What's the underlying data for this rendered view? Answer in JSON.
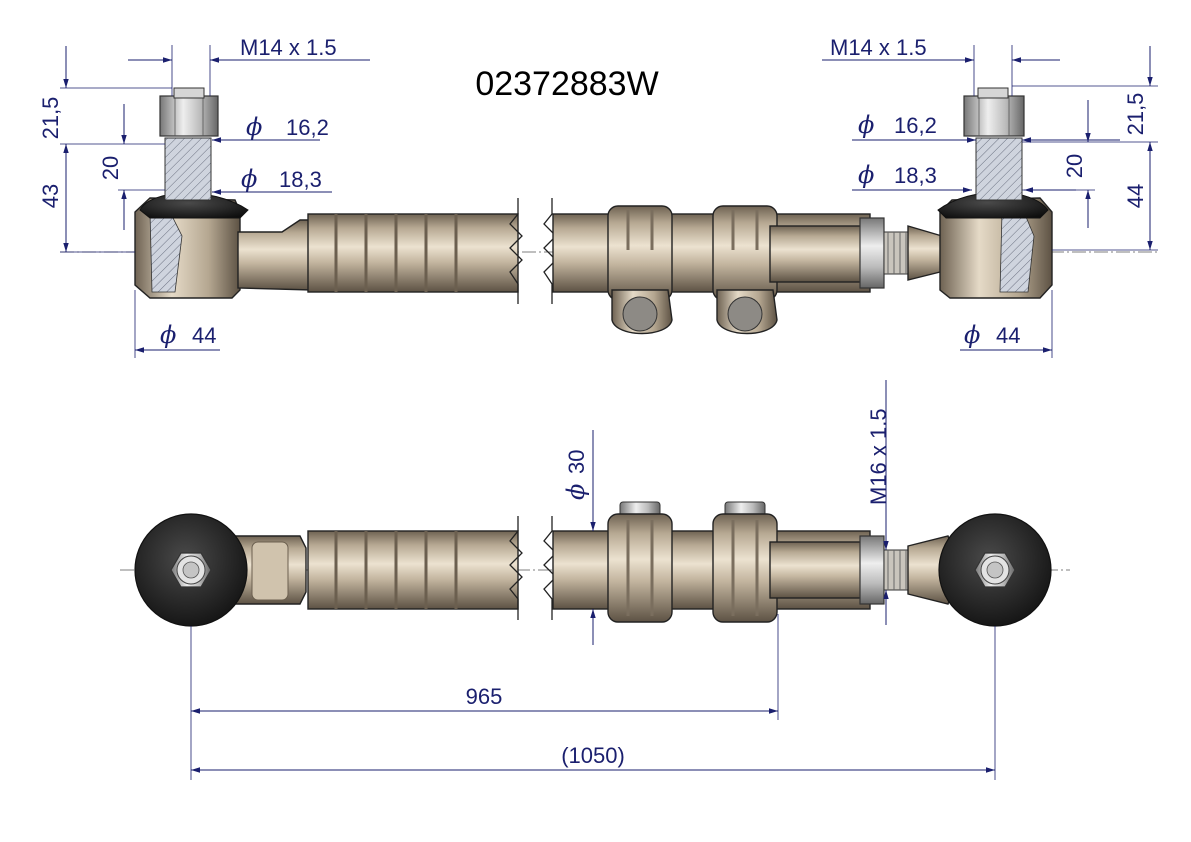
{
  "title": "02372883W",
  "colors": {
    "dimension": "#1a1f6e",
    "metal": "#b9ab96",
    "metal_dark": "#7d705f",
    "rubber": "#1c1c1c",
    "section": "#c8cdd8",
    "centerline": "#555555"
  },
  "dims": {
    "thread_left": "M14 x 1.5",
    "thread_right": "M14 x 1.5",
    "h_21_5_left": "21,5",
    "h_21_5_right": "21,5",
    "h_20_left": "20",
    "h_20_right": "20",
    "h_43": "43",
    "h_44": "44",
    "phi_symbol": "ϕ",
    "d_16_2": "16,2",
    "d_18_3": "18,3",
    "d_44_left": "44",
    "d_44_right": "44",
    "d_30": "30",
    "thread_m16": "M16 x 1.5",
    "len_965": "965",
    "len_1050": "(1050)"
  }
}
